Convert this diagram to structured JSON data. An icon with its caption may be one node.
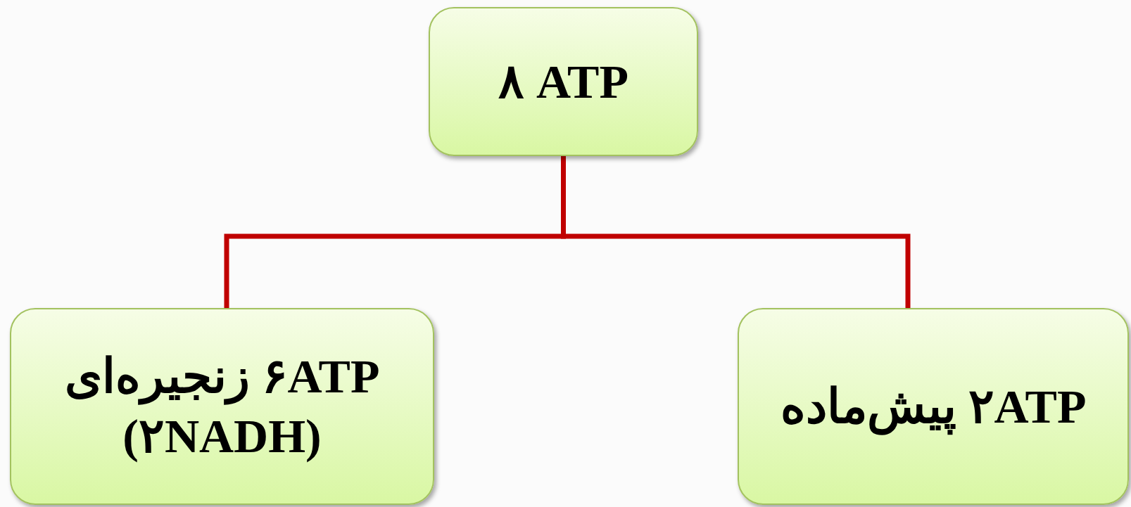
{
  "diagram": {
    "nodes": [
      {
        "text": [
          "۸ ATP"
        ]
      },
      {
        "text": [
          "۶ATP زنجیره‌ای (۲NADH)"
        ]
      },
      {
        "text": [
          "۲ATP پیش‌ماده"
        ]
      }
    ],
    "edges": [
      {
        "from": 0,
        "to": 1,
        "arrow": "none"
      },
      {
        "from": 0,
        "to": 2,
        "arrow": "none"
      }
    ]
  }
}
